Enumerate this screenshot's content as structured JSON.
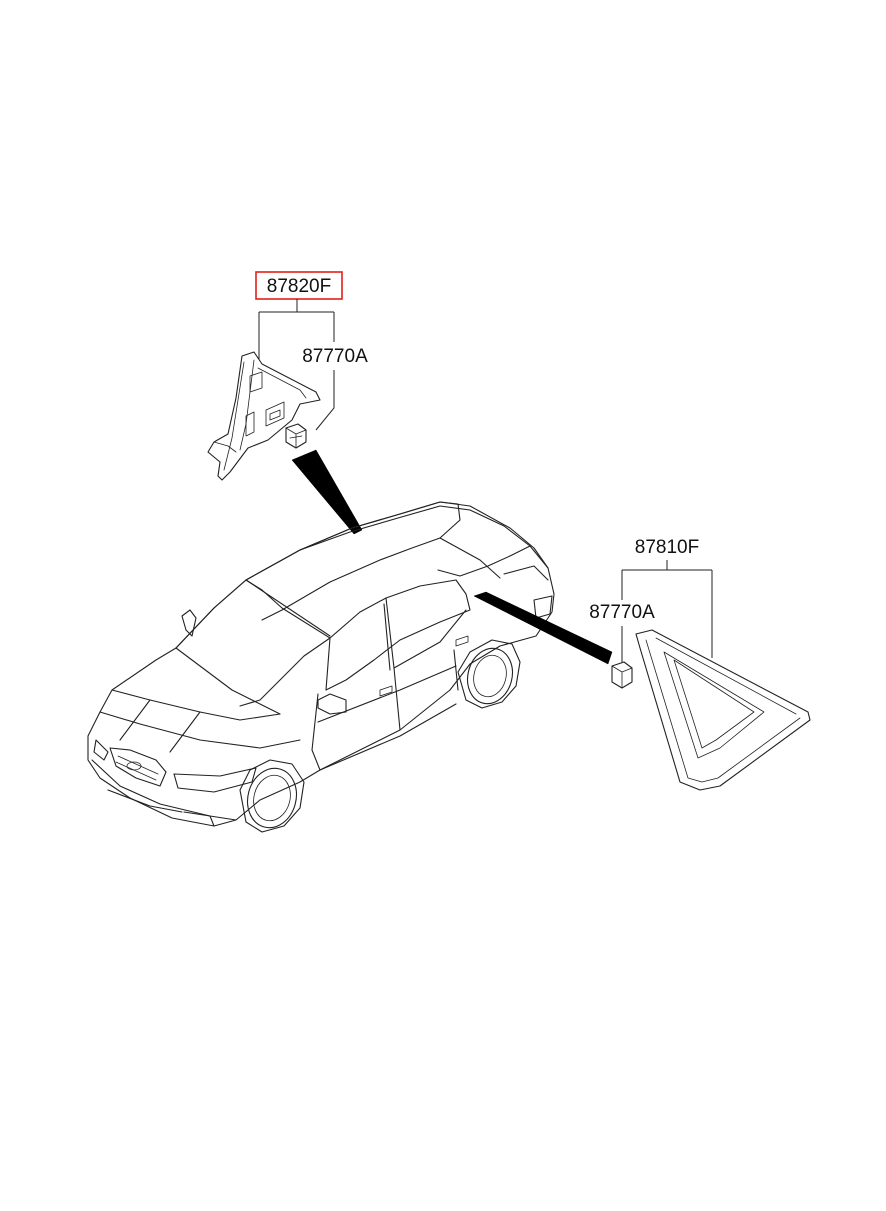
{
  "callouts": {
    "part_87820F": "87820F",
    "clip_upper": "87770A",
    "part_87810F": "87810F",
    "clip_lower": "87770A"
  },
  "highlight": {
    "target": "87820F",
    "color": "#e0201b"
  },
  "colors": {
    "line": "#222222",
    "arrow": "#000000",
    "background": "#ffffff"
  }
}
